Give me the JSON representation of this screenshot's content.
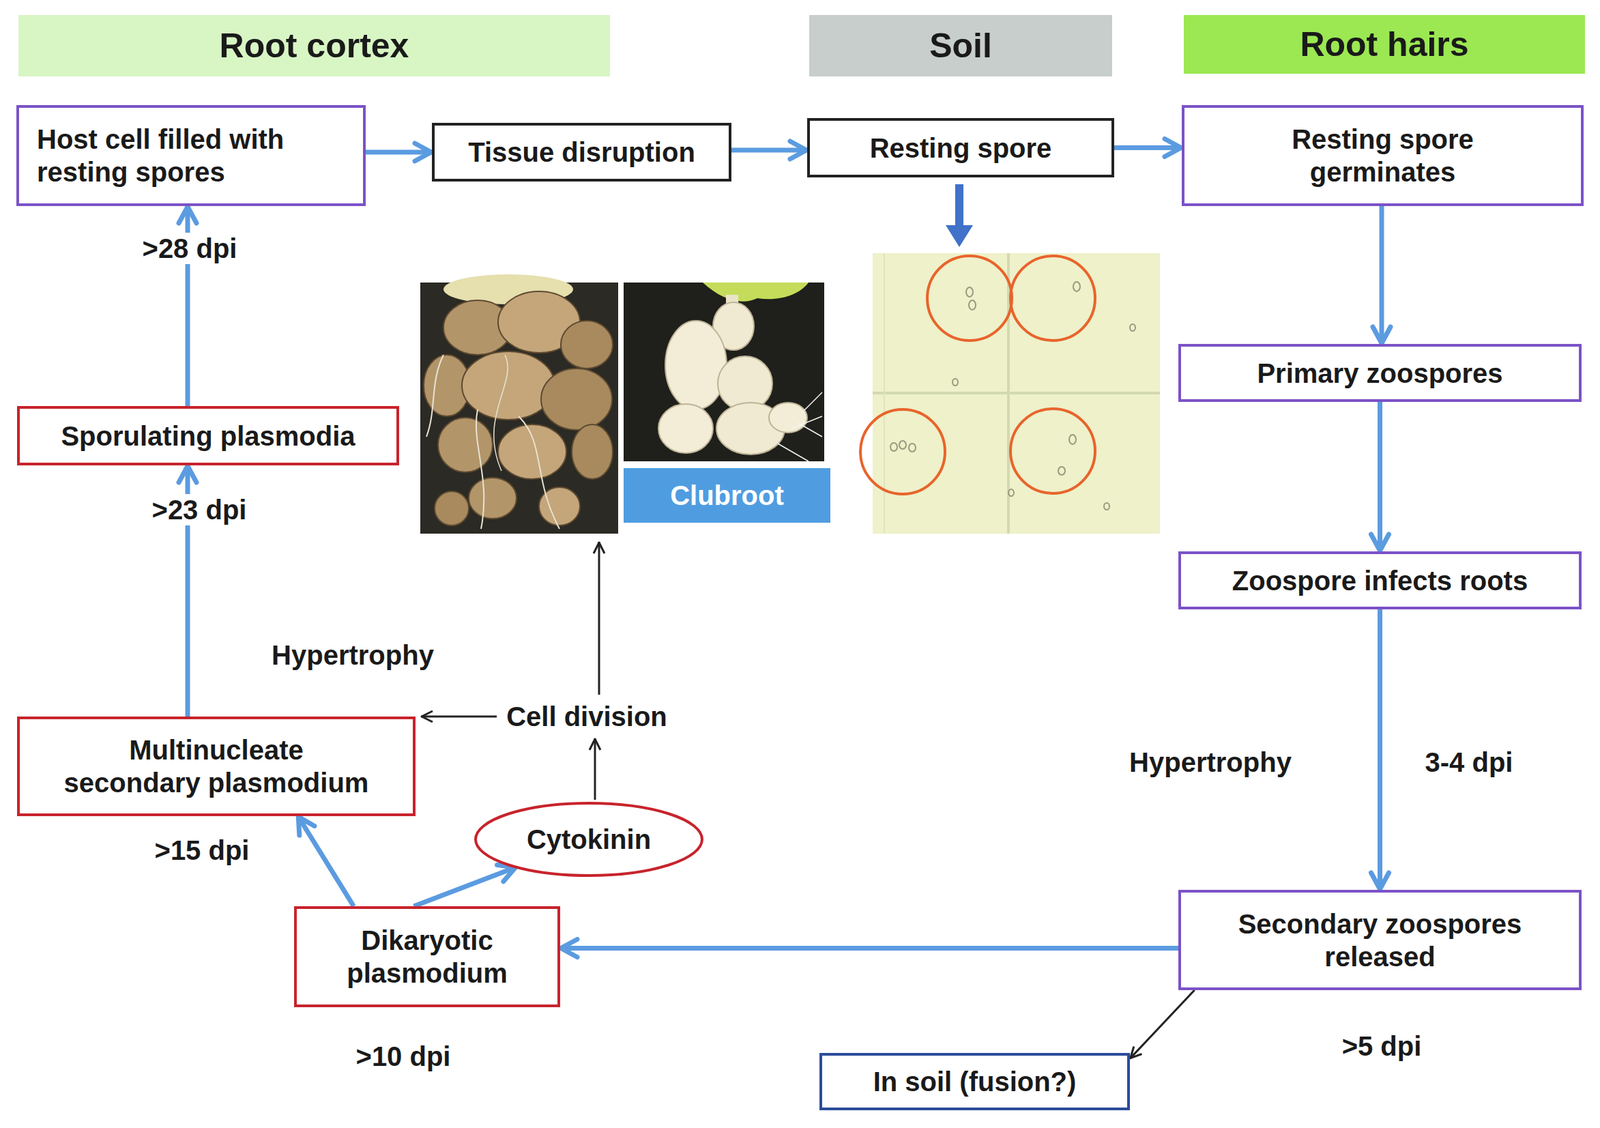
{
  "diagram": {
    "nodes": [
      {
        "text": [
          "Root cortex"
        ]
      },
      {
        "text": [
          "Soil"
        ]
      },
      {
        "text": [
          "Root hairs"
        ]
      },
      {
        "text": [
          "Host cell filled with resting spores"
        ]
      },
      {
        "text": [
          "Tissue disruption"
        ]
      },
      {
        "text": [
          "Resting spore"
        ]
      },
      {
        "text": [
          "Resting spore germinates"
        ]
      },
      {
        "text": [
          "Primary zoospores"
        ]
      },
      {
        "text": [
          "Sporulating plasmodia"
        ]
      },
      {
        "text": [
          "Clubroot"
        ]
      },
      {
        "text": [
          "Zoospore infects roots"
        ]
      },
      {
        "text": [
          "Multinucleate secondary plasmodium"
        ]
      },
      {
        "text": [
          "Cytokinin"
        ]
      },
      {
        "text": [
          "Secondary zoospores released"
        ]
      },
      {
        "text": [
          "Dikaryotic plasmodium"
        ]
      },
      {
        "text": [
          "In soil (fusion?)"
        ]
      }
    ],
    "edges": [
      {
        "from": 3,
        "to": 4,
        "arrow": "to"
      },
      {
        "from": 4,
        "to": 5,
        "arrow": "to"
      },
      {
        "from": 5,
        "to": 6,
        "arrow": "to"
      },
      {
        "from": 6,
        "to": 7,
        "arrow": "to"
      },
      {
        "from": 7,
        "to": 10,
        "arrow": "to"
      },
      {
        "from": 10,
        "to": 13,
        "arrow": "to"
      },
      {
        "from": 13,
        "to": 14,
        "arrow": "to"
      },
      {
        "from": 13,
        "to": 15,
        "arrow": "to"
      },
      {
        "from": 14,
        "to": 11,
        "arrow": "to"
      },
      {
        "from": 14,
        "to": 12,
        "arrow": "to"
      },
      {
        "from": 11,
        "to": 8,
        "arrow": "to"
      },
      {
        "from": 8,
        "to": 3,
        "arrow": "to"
      }
    ],
    "labels": [
      ">28 dpi",
      ">23 dpi",
      "Hypertrophy",
      "Cell division",
      "Hypertrophy",
      "3-4 dpi",
      ">15 dpi",
      ">10 dpi",
      ">5 dpi"
    ]
  }
}
